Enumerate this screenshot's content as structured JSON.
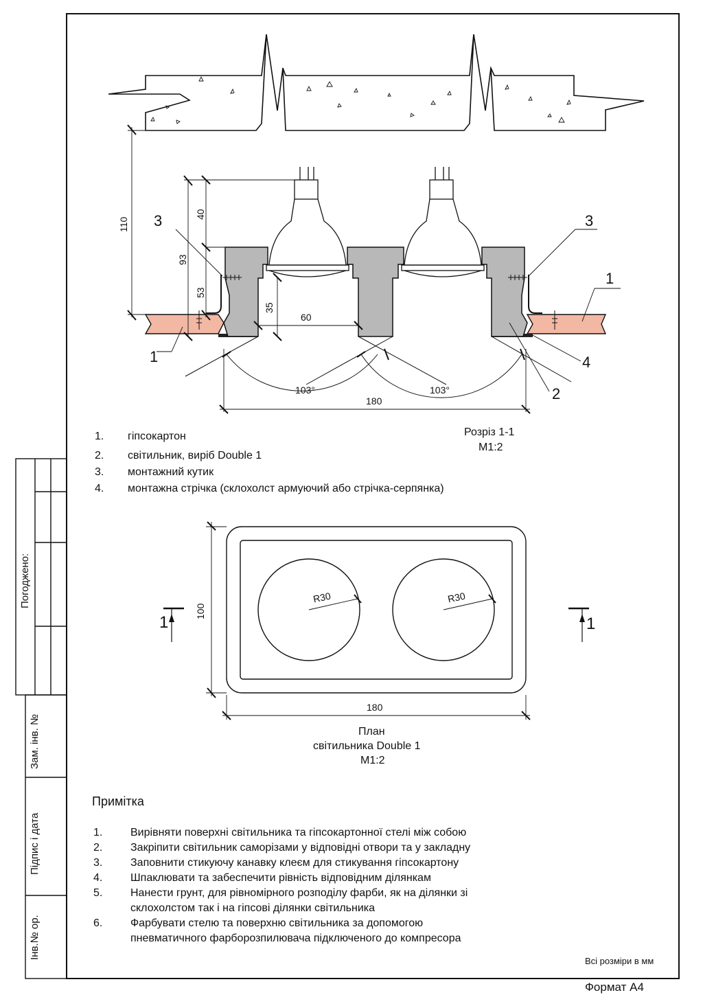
{
  "section": {
    "labels": {
      "callout_3_left": "3",
      "callout_3_right": "3",
      "callout_1_left": "1",
      "callout_1_right": "1",
      "callout_2": "2",
      "callout_4": "4"
    },
    "dims": {
      "d110": "110",
      "d40": "40",
      "d93": "93",
      "d53": "53",
      "d35": "35",
      "d60": "60",
      "d103a": "103°",
      "d103b": "103°",
      "d180": "180"
    },
    "title": "Розріз 1-1",
    "scale": "М1:2"
  },
  "legend": [
    {
      "n": "1.",
      "text": "гіпсокартон"
    },
    {
      "n": "2.",
      "text": "світильник, виріб Double 1"
    },
    {
      "n": "3.",
      "text": "монтажний кутик"
    },
    {
      "n": "4.",
      "text": "монтажна стрічка (склохолст армуючий або стрічка-серпянка)"
    }
  ],
  "plan": {
    "d100": "100",
    "r30a": "R30",
    "r30b": "R30",
    "d180": "180",
    "cut_left": "1",
    "cut_right": "1",
    "title1": "План",
    "title2": "світильника Double 1",
    "scale": "М1:2"
  },
  "notes": {
    "heading": "Примітка",
    "items": [
      {
        "n": "1.",
        "lines": [
          "Вирівняти поверхні світильника та гіпсокартонної стелі між собою"
        ]
      },
      {
        "n": "2.",
        "lines": [
          "Закріпити світильник саморізами у відповідні отвори та у закладну"
        ]
      },
      {
        "n": "3.",
        "lines": [
          "Заповнити стикуючу канавку клеєм для стикування гіпсокартону"
        ]
      },
      {
        "n": "4.",
        "lines": [
          "Шпаклювати та забеспечити рівність відповідним ділянкам"
        ]
      },
      {
        "n": "5.",
        "lines": [
          "Нанести грунт, для рівномірного розподілу фарби, як на ділянки зі",
          "склохолстом так і на гіпсові ділянки світильника"
        ]
      },
      {
        "n": "6.",
        "lines": [
          "Фарбувати стелю та поверхню світильника за допомогою",
          "пневматичного фарборозпилювача підключеного до компресора"
        ]
      }
    ],
    "units": "Всі розміри в мм"
  },
  "side": {
    "agreed": "Погоджено:",
    "zam": "Зам. інв. №",
    "sign": "Підпис і дата",
    "inv": "Інв.№ ор."
  },
  "format": "Формат А4",
  "colors": {
    "drywall": "#f2b8a4",
    "fixture": "#b8b8b8",
    "line": "#111111"
  }
}
